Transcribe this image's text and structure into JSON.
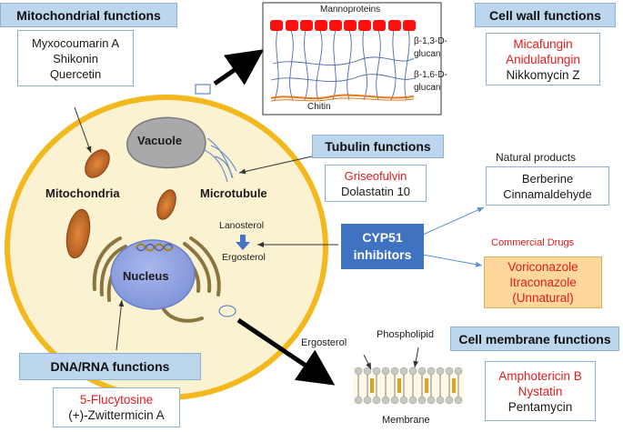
{
  "mitochondrial": {
    "title": "Mitochondrial functions",
    "items": [
      "Myxocoumarin A",
      "Shikonin",
      "Quercetin"
    ]
  },
  "cell_wall": {
    "title": "Cell wall functions",
    "items_red": [
      "Micafungin",
      "Anidulafungin"
    ],
    "items_black": [
      "Nikkomycin Z"
    ],
    "labels": {
      "mannoproteins": "Mannoproteins",
      "glucan13_a": "β-1,3-D-",
      "glucan13_b": "glucan",
      "glucan16_a": "β-1,6-D-",
      "glucan16_b": "glucan",
      "chitin": "Chitin"
    }
  },
  "tubulin": {
    "title": "Tubulin functions",
    "items_red": [
      "Griseofulvin"
    ],
    "items_black": [
      "Dolastatin 10"
    ]
  },
  "natural_products": {
    "title": "Natural products",
    "items": [
      "Berberine",
      "Cinnamaldehyde"
    ]
  },
  "cyp51": {
    "line1": "CYP51",
    "line2": "inhibitors"
  },
  "commercial": {
    "title": "Commercial Drugs",
    "items": [
      "Voriconazole",
      "Itraconazole",
      "(Unnatural)"
    ]
  },
  "cell": {
    "vacuole": "Vacuole",
    "mitochondria": "Mitochondria",
    "microtubule": "Microtubule",
    "nucleus": "Nucleus",
    "lanosterol": "Lanosterol",
    "ergosterol": "Ergosterol"
  },
  "dna": {
    "title": "DNA/RNA functions",
    "items_red": [
      "5-Flucytosine"
    ],
    "items_black": [
      "(+)-Zwittermicin A"
    ]
  },
  "membrane": {
    "title": "Cell membrane functions",
    "ergosterol": "Ergosterol",
    "phospholipid": "Phospholipid",
    "membrane": "Membrane",
    "items_red": [
      "Amphotericin B",
      "Nystatin"
    ],
    "items_black": [
      "Pentamycin"
    ]
  },
  "colors": {
    "header_bg": "#bcd6ee",
    "red_text": "#e31c1c",
    "cyp51_bg": "#3f73c2",
    "commercial_bg": "#ffd79a",
    "cell_border": "#f2b81c",
    "cell_fill": "#fbf2d2"
  }
}
